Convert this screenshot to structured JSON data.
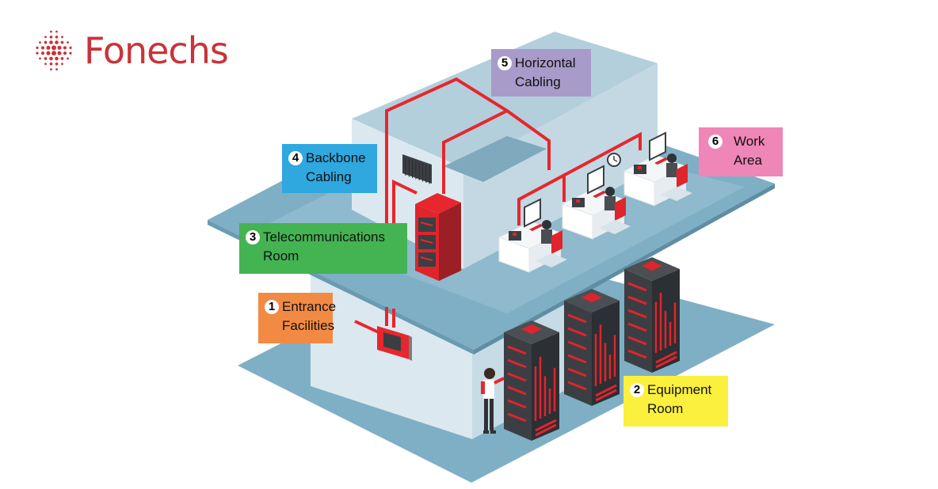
{
  "brand": {
    "name": "Fonechs",
    "logo_icon": "dot-grid-icon",
    "color": "#c8343a"
  },
  "diagram": {
    "title": "Structured cabling system components",
    "colors": {
      "cable": "#e8262d",
      "floor": "#7fafc4",
      "floor_light": "#b2cfdc",
      "wall_light": "#dce8ef",
      "wall_mid": "#b3cfdc",
      "rack_dark": "#3b3f43",
      "rack_red": "#e0242c"
    },
    "callouts": [
      {
        "number": "1",
        "label": "Entrance\nFacilities",
        "color": "#f28a43"
      },
      {
        "number": "2",
        "label": "Equipment\nRoom",
        "color": "#fbf03d"
      },
      {
        "number": "3",
        "label": "Telecommunications\nRoom",
        "color": "#44b352"
      },
      {
        "number": "4",
        "label": "Backbone\nCabling",
        "color": "#2fa7df"
      },
      {
        "number": "5",
        "label": "Horizontal\nCabling",
        "color": "#a89bc9"
      },
      {
        "number": "6",
        "label": "Work\nArea",
        "color": "#ef86b8"
      }
    ],
    "illustrations": {
      "workstations": 3,
      "server_racks": 3,
      "telecom_cabinet": 1,
      "entrance_panel": 1,
      "wall_clock": 1,
      "people_at_desks": 3,
      "technician": 1
    }
  }
}
